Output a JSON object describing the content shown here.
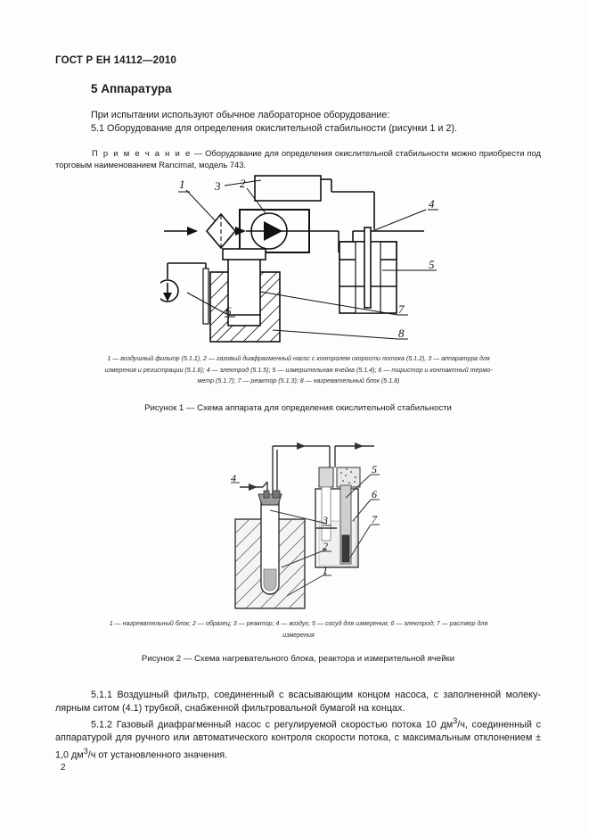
{
  "document": {
    "standard_header": "ГОСТ Р ЕН 14112—2010",
    "page_number": "2"
  },
  "section": {
    "number_title": "5  Аппаратура",
    "intro": "При испытании используют обычное лабораторное оборудование:",
    "item_5_1": "5.1  Оборудование для определения окислительной стабильности (рисунки 1 и 2).",
    "note_label": "П р и м е ч а н и е",
    "note_text": "— Оборудование для определения окислительной стабильности можно приобрести под торговым наименованием Rancimat, модель 743."
  },
  "figure1": {
    "caption": "1 — воздушный фильтр (5.1.1), 2 — газовый диафрагменный насос с контролем скорости потока (5.1.2), 3 — аппаратура для измерения и регистрации (5.1.6); 4 — электрод (5.1.5); 5 — измерительная ячейка (5.1.4); 6 — тиристор и контактный термо-метр (5.1.7); 7 — реактор (5.1.3); 8 — нагревательный блок (5.1.8)",
    "caption_line1": "1 — воздушный фильтр (5.1.1), 2 — газовый диафрагменный насос с контролем скорости потока (5.1.2), 3 — аппаратура для",
    "caption_line2": "измерения и регистрации (5.1.6); 4 — электрод (5.1.5); 5 — измерительная ячейка (5.1.4); 6 — тиристор и контактный термо-",
    "caption_line3": "метр (5.1.7); 7 — реактор (5.1.3); 8 — нагревательный блок (5.1.8)",
    "title": "Рисунок 1 — Схема аппарата для определения окислительной стабильности",
    "labels": [
      "1",
      "2",
      "3",
      "4",
      "5",
      "6",
      "7",
      "8"
    ],
    "parts": {
      "1": "воздушный фильтр (5.1.1)",
      "2": "газовый диафрагменный насос с контролем скорости потока (5.1.2)",
      "3": "аппаратура для измерения и регистрации (5.1.6)",
      "4": "электрод (5.1.5)",
      "5": "измерительная ячейка (5.1.4)",
      "6": "тиристор и контактный термометр (5.1.7)",
      "7": "реактор (5.1.3)",
      "8": "нагревательный блок (5.1.8)"
    }
  },
  "figure2": {
    "caption_line1": "1 —  нагревательный блок; 2 —  образец; 3  —  реактор; 4 —  воздух; 5 —  сосуд для измерения; 6  —  электрод; 7 — раствор для",
    "caption_line2": "измерения",
    "title": "Рисунок 2 — Схема нагревательного блока, реактора и измерительной ячейки",
    "labels": [
      "1",
      "2",
      "3",
      "4",
      "5",
      "6",
      "7"
    ],
    "parts": {
      "1": "нагревательный блок",
      "2": "образец",
      "3": "реактор",
      "4": "воздух",
      "5": "сосуд для измерения",
      "6": "электрод",
      "7": "раствор для измерения"
    }
  },
  "clauses": {
    "c511": "5.1.1  Воздушный фильтр, соединенный с всасывающим концом насоса, с заполненной молеку-лярным ситом (4.1) трубкой, снабженной фильтровальной бумагой на концах.",
    "c511_l1": "5.1.1  Воздушный фильтр, соединенный с всасывающим концом насоса, с заполненной молеку-",
    "c511_l2": "лярным ситом (4.1) трубкой, снабженной фильтровальной бумагой на концах.",
    "c512_l1_a": "5.1.2  Газовый диафрагменный насос с регулируемой скоростью потока 10 дм",
    "c512_l1_sup": "3",
    "c512_l1_b": "/ч, соединенный с",
    "c512_l2": "аппаратурой для ручного или автоматического контроля скорости потока, с максимальным отклонением",
    "c512_l3_a": "± 1,0 дм",
    "c512_l3_sup": "3",
    "c512_l3_b": "/ч от установленного значения."
  }
}
